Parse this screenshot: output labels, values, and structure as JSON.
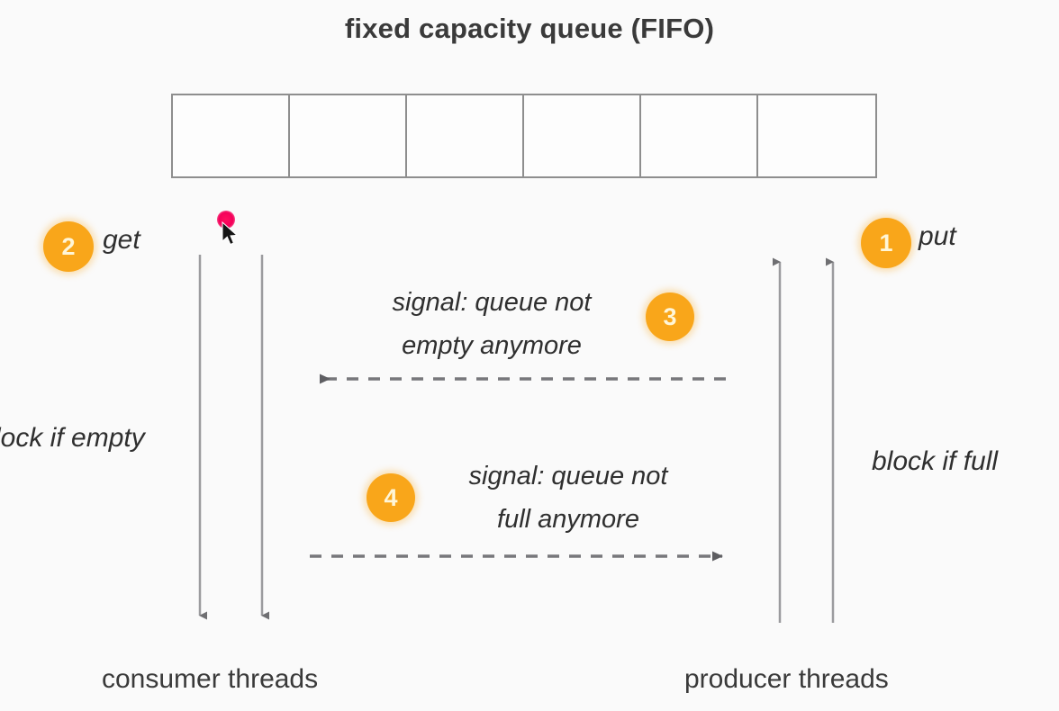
{
  "diagram": {
    "title": "fixed capacity queue (FIFO)",
    "background_color": "#fafafa",
    "accent_color": "#f9a61a",
    "line_color": "#8e8e8e",
    "cursor_color": "#f4005a"
  },
  "queue": {
    "cell_count": 6,
    "cells": [
      "",
      "",
      "",
      "",
      "",
      ""
    ]
  },
  "badges": {
    "put": "1",
    "get": "2",
    "signal_not_empty": "3",
    "signal_not_full": "4"
  },
  "labels": {
    "get": "get",
    "put": "put",
    "block_if_empty": "lock if empty",
    "block_if_full": "block if full",
    "consumer_threads": "consumer threads",
    "producer_threads": "producer threads"
  },
  "signals": {
    "not_empty": "signal: queue not\nempty anymore",
    "not_full": "signal: queue not\nfull anymore"
  },
  "arrows": {
    "consumer_down_1": "down",
    "consumer_down_2": "down",
    "producer_up_1": "up",
    "producer_up_2": "up",
    "signal_not_empty_direction": "left",
    "signal_not_full_direction": "right"
  }
}
